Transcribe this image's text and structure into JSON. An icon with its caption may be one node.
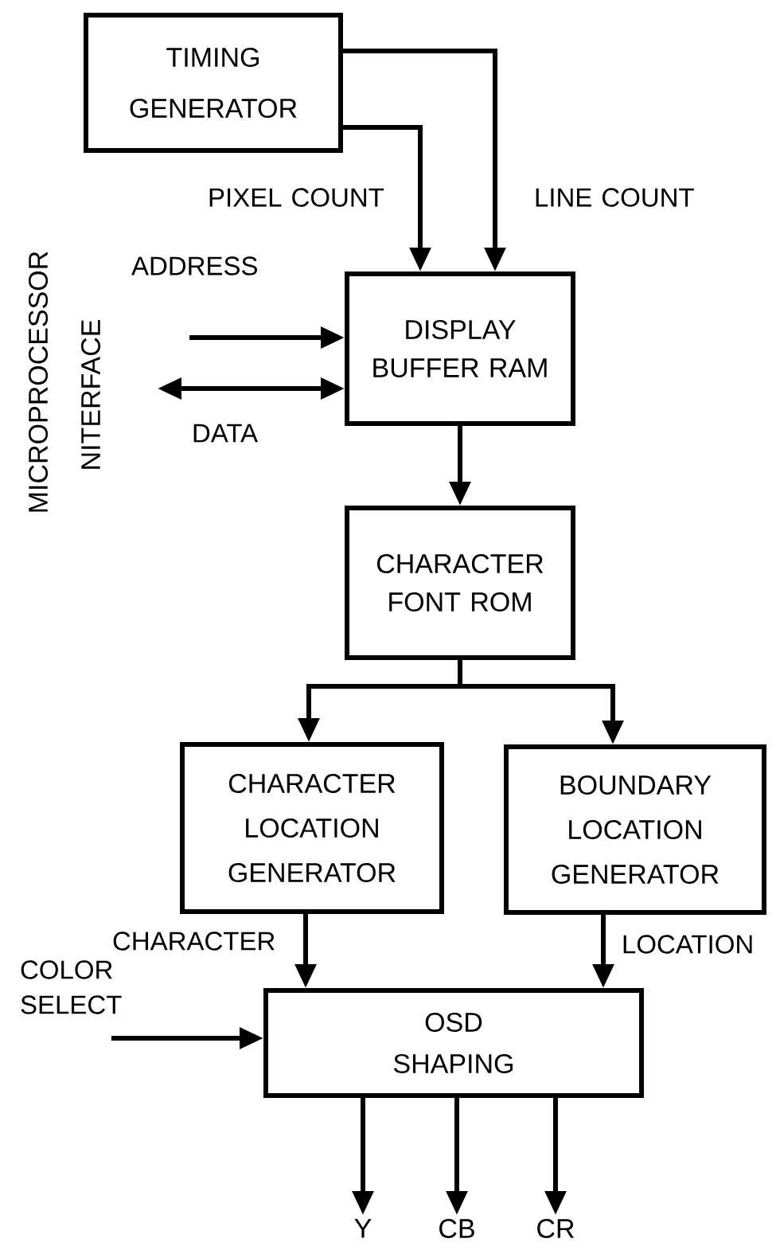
{
  "diagram": {
    "nodes": [
      {
        "text": [
          "TIMING GENERATOR"
        ]
      },
      {
        "text": [
          "DISPLAY BUFFER RAM"
        ]
      },
      {
        "text": [
          "CHARACTER FONT ROM"
        ]
      },
      {
        "text": [
          "CHARACTER LOCATION GENERATOR"
        ]
      },
      {
        "text": [
          "BOUNDARY LOCATION GENERATOR"
        ]
      },
      {
        "text": [
          "OSD SHAPING"
        ]
      },
      {
        "text": [
          "Y"
        ]
      },
      {
        "text": [
          "CB"
        ]
      },
      {
        "text": [
          "CR"
        ]
      }
    ],
    "edges": [
      {
        "from": 0,
        "to": 1,
        "arrow": "to",
        "label": "PIXEL COUNT"
      },
      {
        "from": 0,
        "to": 1,
        "arrow": "to",
        "label": "LINE COUNT"
      },
      {
        "from": null,
        "to": 1,
        "arrow": "to",
        "label": "ADDRESS"
      },
      {
        "from": null,
        "to": 1,
        "arrow": "both",
        "label": "DATA"
      },
      {
        "from": 1,
        "to": 2,
        "arrow": "to"
      },
      {
        "from": 2,
        "to": 3,
        "arrow": "to"
      },
      {
        "from": 2,
        "to": 4,
        "arrow": "to"
      },
      {
        "from": 3,
        "to": 5,
        "arrow": "to",
        "label": "CHARACTER"
      },
      {
        "from": 4,
        "to": 5,
        "arrow": "to",
        "label": "LOCATION"
      },
      {
        "from": null,
        "to": 5,
        "arrow": "to",
        "label": "COLOR SELECT"
      },
      {
        "from": 5,
        "to": 6,
        "arrow": "to"
      },
      {
        "from": 5,
        "to": 7,
        "arrow": "to"
      },
      {
        "from": 5,
        "to": 8,
        "arrow": "to"
      }
    ],
    "labels": [
      "MICROPROCESSOR",
      "NITERFACE"
    ]
  }
}
